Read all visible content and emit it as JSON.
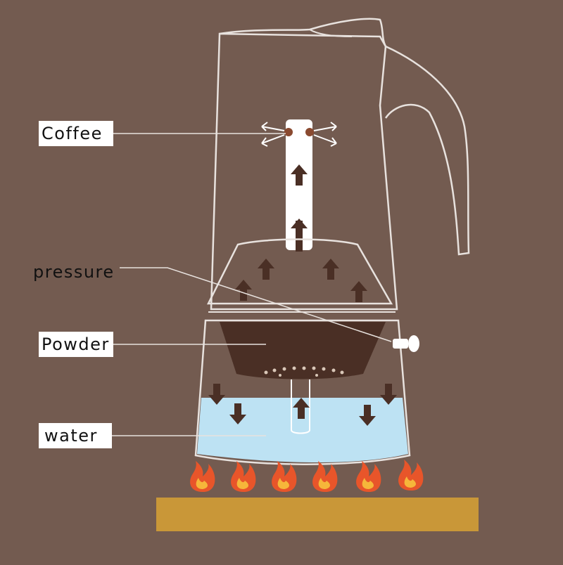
{
  "labels": {
    "coffee": "Coffee",
    "pressure": "pressure",
    "powder": "Powder",
    "water": "water"
  },
  "colors": {
    "background": "#735b50",
    "outline": "#e8e2de",
    "coffee_grounds": "#4a2f25",
    "water": "#bde2f3",
    "arrow": "#4a2f25",
    "flame_outer": "#e8552a",
    "flame_inner": "#f6b63a",
    "stove": "#c99738"
  },
  "icons": [
    "up-arrow-icon",
    "down-arrow-icon",
    "flame-icon"
  ]
}
